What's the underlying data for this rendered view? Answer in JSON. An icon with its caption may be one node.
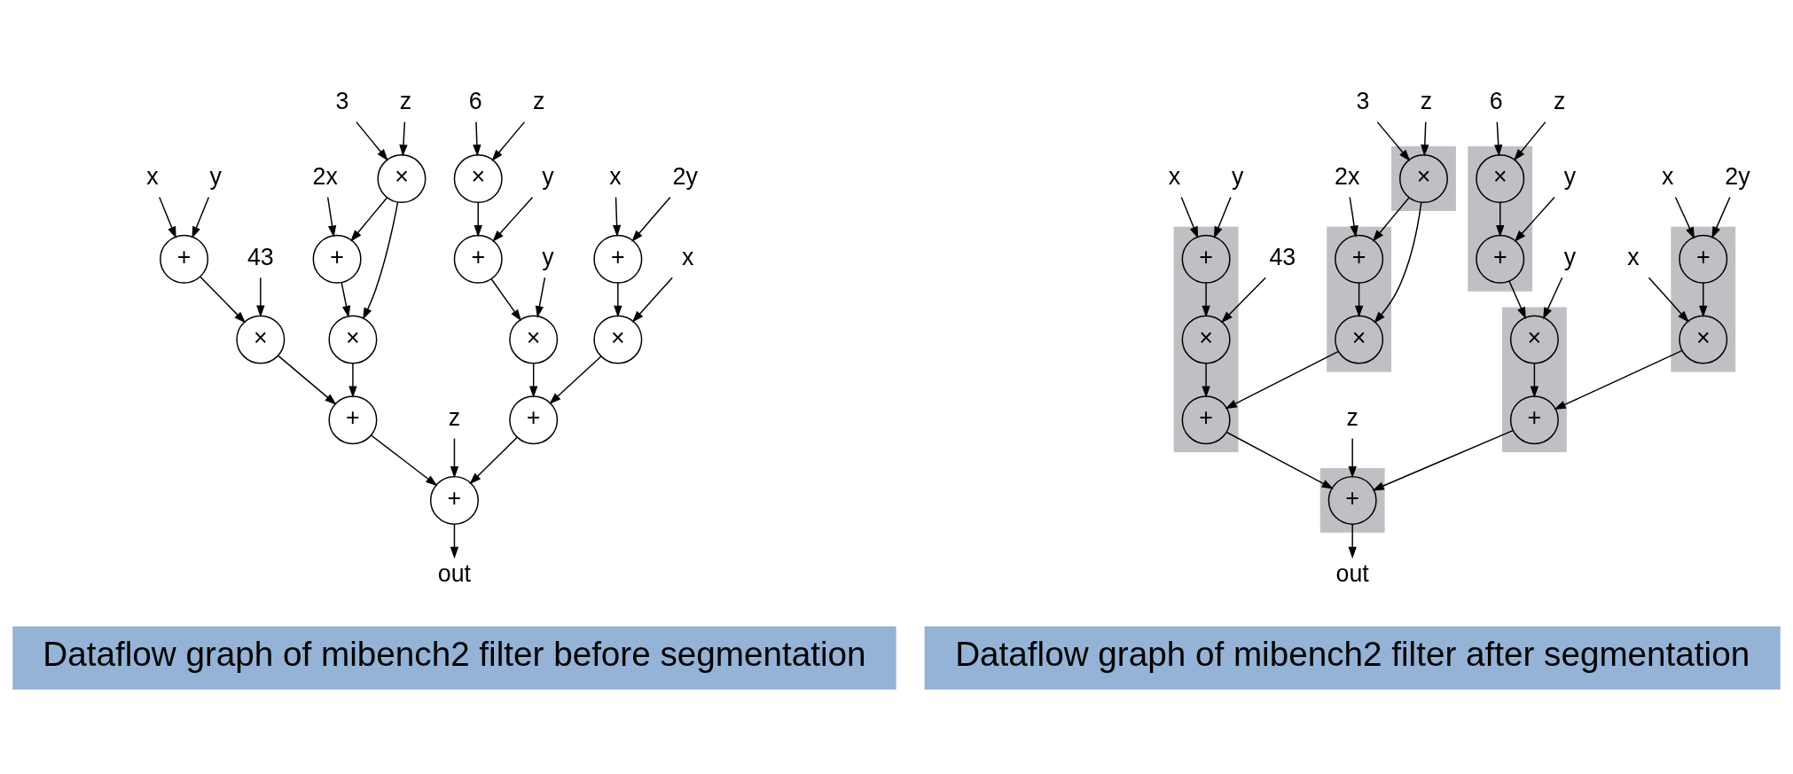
{
  "diagram": {
    "nodes": [
      {
        "text": [
          "6"
        ]
      },
      {
        "text": [
          "z"
        ]
      },
      {
        "text": [
          "3"
        ]
      },
      {
        "text": [
          "z"
        ]
      },
      {
        "text": [
          "x"
        ]
      },
      {
        "text": [
          "2y"
        ]
      },
      {
        "text": [
          "×"
        ]
      },
      {
        "text": [
          "y"
        ]
      },
      {
        "text": [
          "×"
        ]
      },
      {
        "text": [
          "2x"
        ]
      },
      {
        "text": [
          "x"
        ]
      },
      {
        "text": [
          "y"
        ]
      },
      {
        "text": [
          "+"
        ]
      },
      {
        "text": [
          "y"
        ]
      },
      {
        "text": [
          "+"
        ]
      },
      {
        "text": [
          "+"
        ]
      },
      {
        "text": [
          "+"
        ]
      },
      {
        "text": [
          "x"
        ]
      },
      {
        "text": [
          "43"
        ]
      },
      {
        "text": [
          "×"
        ]
      },
      {
        "text": [
          "×"
        ]
      },
      {
        "text": [
          "×"
        ]
      },
      {
        "text": [
          "×"
        ]
      },
      {
        "text": [
          "+"
        ]
      },
      {
        "text": [
          "z"
        ]
      },
      {
        "text": [
          "+"
        ]
      },
      {
        "text": [
          "+"
        ]
      },
      {
        "text": [
          "out"
        ]
      },
      {
        "text": [],
        "shape": "box"
      },
      {
        "text": [],
        "shape": "box"
      },
      {
        "text": [],
        "shape": "box"
      },
      {
        "text": [],
        "shape": "box"
      },
      {
        "text": [],
        "shape": "box"
      },
      {
        "text": [],
        "shape": "box"
      },
      {
        "text": [],
        "shape": "box"
      },
      {
        "text": [
          "6"
        ]
      },
      {
        "text": [
          "z"
        ]
      },
      {
        "text": [
          "3"
        ]
      },
      {
        "text": [
          "z"
        ]
      },
      {
        "text": [
          "x"
        ]
      },
      {
        "text": [
          "2y"
        ]
      },
      {
        "text": [
          "×"
        ],
        "in": 30
      },
      {
        "text": [
          "y"
        ]
      },
      {
        "text": [
          "×"
        ],
        "in": 32
      },
      {
        "text": [
          "2x"
        ]
      },
      {
        "text": [
          "x"
        ]
      },
      {
        "text": [
          "y"
        ]
      },
      {
        "text": [
          "+"
        ],
        "in": 28
      },
      {
        "text": [
          "y"
        ]
      },
      {
        "text": [
          "+"
        ],
        "in": 30
      },
      {
        "text": [
          "+"
        ],
        "in": 33
      },
      {
        "text": [
          "+"
        ],
        "in": 34
      },
      {
        "text": [
          "x"
        ]
      },
      {
        "text": [
          "43"
        ]
      },
      {
        "text": [
          "×"
        ],
        "in": 28
      },
      {
        "text": [
          "×"
        ],
        "in": 29
      },
      {
        "text": [
          "×"
        ],
        "in": 33
      },
      {
        "text": [
          "×"
        ],
        "in": 34
      },
      {
        "text": [
          "+"
        ],
        "in": 29
      },
      {
        "text": [
          "z"
        ]
      },
      {
        "text": [
          "+"
        ],
        "in": 34
      },
      {
        "text": [
          "+"
        ],
        "in": 31
      },
      {
        "text": [
          "out"
        ]
      },
      {
        "text": [
          "Dataflow graph of mibench2 filter before segmentation"
        ]
      },
      {
        "text": [
          "Dataflow graph of mibench2 filter after segmentation"
        ]
      }
    ],
    "edges": [
      {
        "from": 4,
        "to": 12,
        "arrow": "to"
      },
      {
        "from": 5,
        "to": 12,
        "arrow": "to"
      },
      {
        "from": 12,
        "to": 19,
        "arrow": "to"
      },
      {
        "from": 17,
        "to": 19,
        "arrow": "to"
      },
      {
        "from": 0,
        "to": 6,
        "arrow": "to"
      },
      {
        "from": 1,
        "to": 6,
        "arrow": "to"
      },
      {
        "from": 6,
        "to": 14,
        "arrow": "to"
      },
      {
        "from": 7,
        "to": 14,
        "arrow": "to"
      },
      {
        "from": 14,
        "to": 20,
        "arrow": "to"
      },
      {
        "from": 13,
        "to": 20,
        "arrow": "to"
      },
      {
        "from": 19,
        "to": 23,
        "arrow": "to"
      },
      {
        "from": 20,
        "to": 23,
        "arrow": "to"
      },
      {
        "from": 2,
        "to": 8,
        "arrow": "to"
      },
      {
        "from": 3,
        "to": 8,
        "arrow": "to"
      },
      {
        "from": 8,
        "to": 15,
        "arrow": "to"
      },
      {
        "from": 9,
        "to": 15,
        "arrow": "to"
      },
      {
        "from": 8,
        "to": 21,
        "arrow": "to"
      },
      {
        "from": 15,
        "to": 21,
        "arrow": "to"
      },
      {
        "from": 10,
        "to": 16,
        "arrow": "to"
      },
      {
        "from": 11,
        "to": 16,
        "arrow": "to"
      },
      {
        "from": 16,
        "to": 22,
        "arrow": "to"
      },
      {
        "from": 18,
        "to": 22,
        "arrow": "to"
      },
      {
        "from": 22,
        "to": 25,
        "arrow": "to"
      },
      {
        "from": 21,
        "to": 25,
        "arrow": "to"
      },
      {
        "from": 23,
        "to": 26,
        "arrow": "to"
      },
      {
        "from": 24,
        "to": 26,
        "arrow": "to"
      },
      {
        "from": 25,
        "to": 26,
        "arrow": "to"
      },
      {
        "from": 26,
        "to": 27,
        "arrow": "to"
      },
      {
        "from": 39,
        "to": 47,
        "arrow": "to"
      },
      {
        "from": 40,
        "to": 47,
        "arrow": "to"
      },
      {
        "from": 47,
        "to": 54,
        "arrow": "to"
      },
      {
        "from": 52,
        "to": 54,
        "arrow": "to"
      },
      {
        "from": 35,
        "to": 41,
        "arrow": "to"
      },
      {
        "from": 36,
        "to": 41,
        "arrow": "to"
      },
      {
        "from": 41,
        "to": 49,
        "arrow": "to"
      },
      {
        "from": 42,
        "to": 49,
        "arrow": "to"
      },
      {
        "from": 49,
        "to": 55,
        "arrow": "to"
      },
      {
        "from": 48,
        "to": 55,
        "arrow": "to"
      },
      {
        "from": 54,
        "to": 58,
        "arrow": "to"
      },
      {
        "from": 55,
        "to": 58,
        "arrow": "to"
      },
      {
        "from": 37,
        "to": 43,
        "arrow": "to"
      },
      {
        "from": 38,
        "to": 43,
        "arrow": "to"
      },
      {
        "from": 43,
        "to": 50,
        "arrow": "to"
      },
      {
        "from": 44,
        "to": 50,
        "arrow": "to"
      },
      {
        "from": 43,
        "to": 56,
        "arrow": "to"
      },
      {
        "from": 50,
        "to": 56,
        "arrow": "to"
      },
      {
        "from": 45,
        "to": 51,
        "arrow": "to"
      },
      {
        "from": 46,
        "to": 51,
        "arrow": "to"
      },
      {
        "from": 51,
        "to": 57,
        "arrow": "to"
      },
      {
        "from": 53,
        "to": 57,
        "arrow": "to"
      },
      {
        "from": 57,
        "to": 60,
        "arrow": "to"
      },
      {
        "from": 56,
        "to": 60,
        "arrow": "to"
      },
      {
        "from": 58,
        "to": 61,
        "arrow": "to"
      },
      {
        "from": 59,
        "to": 61,
        "arrow": "to"
      },
      {
        "from": 60,
        "to": 61,
        "arrow": "to"
      },
      {
        "from": 61,
        "to": 62,
        "arrow": "to"
      }
    ]
  }
}
